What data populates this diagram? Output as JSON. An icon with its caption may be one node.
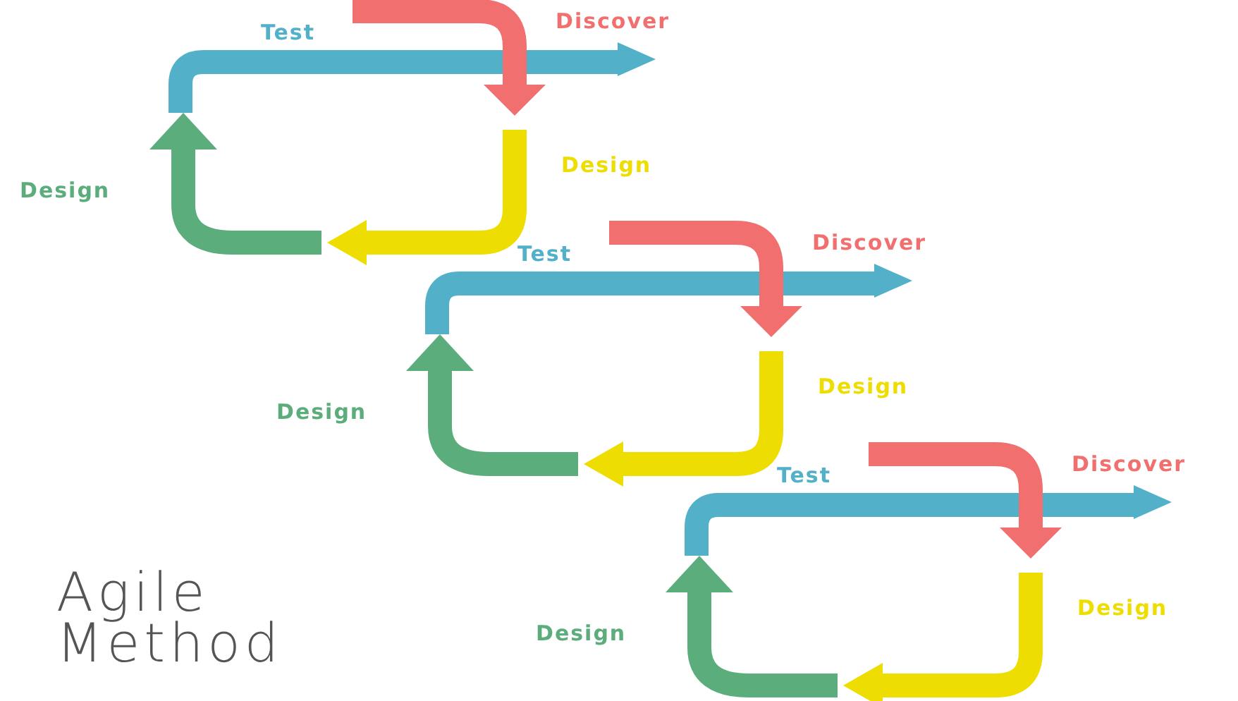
{
  "diagram": {
    "title": "Agile Method",
    "labels": [
      "Test",
      "Discover",
      "Design",
      "Design",
      "Test",
      "Discover",
      "Design",
      "Design",
      "Test",
      "Discover",
      "Design",
      "Design"
    ]
  }
}
